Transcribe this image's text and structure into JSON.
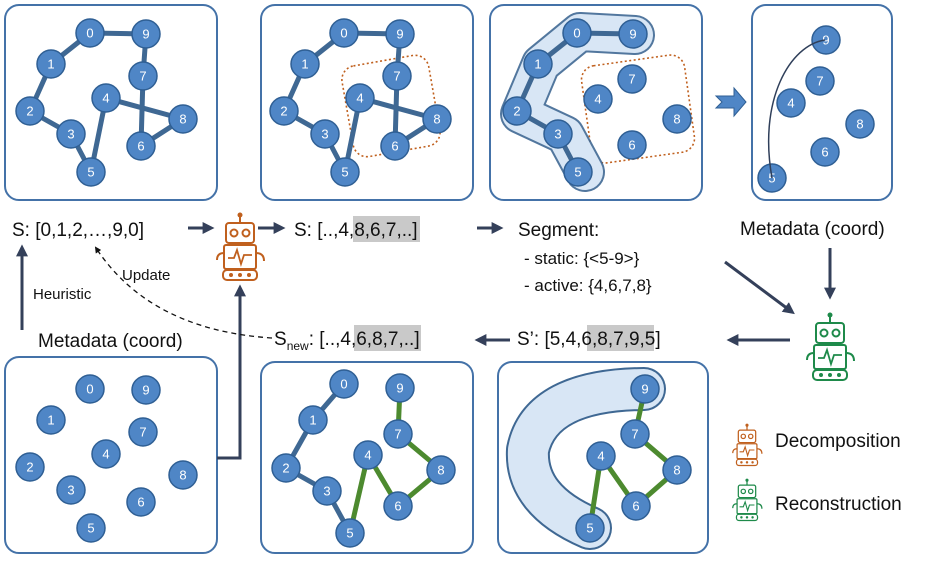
{
  "node_labels": [
    "0",
    "1",
    "2",
    "3",
    "4",
    "5",
    "6",
    "7",
    "8",
    "9"
  ],
  "seq_top": {
    "s_label": "S: [0,1,2,…,9,0]",
    "s_part_pre": "S: [..,",
    "s_part_hl": "4,8,6,7",
    "s_part_post": ",..]"
  },
  "segment": {
    "title": "Segment:",
    "static": "- static: {<5-9>}",
    "active": "- active: {4,6,7,8}"
  },
  "metadata_right": "Metadata (coord)",
  "metadata_left": "Metadata (coord)",
  "heuristic": "Heuristic",
  "update": "Update",
  "s_new": {
    "prefix": "S",
    "subscript": "new",
    "pre": ": [..,",
    "hl": "4,6,8,7",
    "post": ",..]"
  },
  "s_prime": {
    "pre": "S’: [5,",
    "hl": "4,6,8,7",
    "post": ",9,5]"
  },
  "legend": {
    "decomposition": "Decomposition",
    "reconstruction": "Reconstruction"
  },
  "colors": {
    "node": "#4f86c6",
    "edge": "#3f6893",
    "new_edge": "#4d8a2f",
    "decomposition_robot": "#c0601e",
    "reconstruction_robot": "#1e8a4a",
    "highlight": "#c9c9c9"
  }
}
